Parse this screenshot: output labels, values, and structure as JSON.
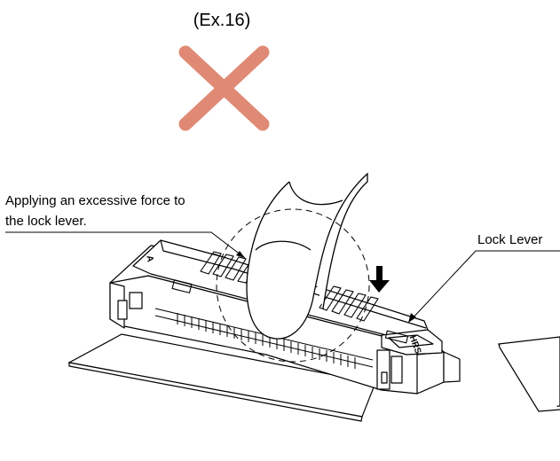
{
  "title": "(Ex.16)",
  "annotations": {
    "force_line1": "Applying an excessive force to",
    "force_line2": "the lock lever.",
    "lock_lever": "Lock Lever"
  },
  "connector_marks": {
    "pin1": "A",
    "brand": "HRS"
  },
  "colors": {
    "cross_mark": "#E08A75",
    "line": "#000000"
  },
  "icons": {
    "verdict": "cross-mark-icon",
    "press": "down-arrow-icon"
  }
}
